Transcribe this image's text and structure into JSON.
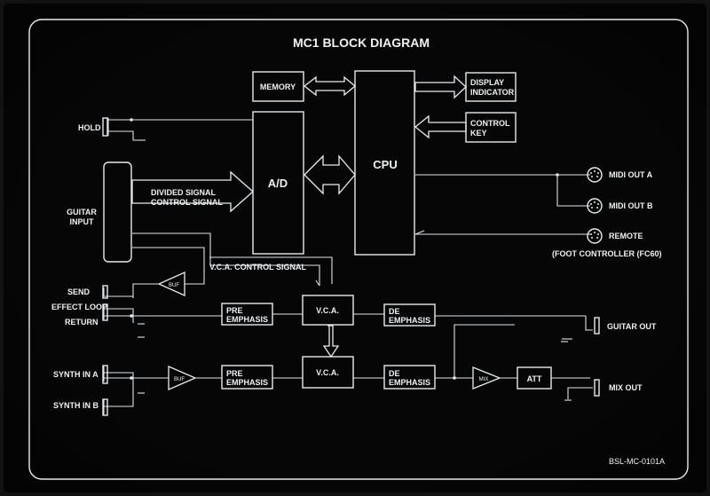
{
  "title": "MC1 BLOCK DIAGRAM",
  "code": "BSL-MC-0101A",
  "blocks": {
    "memory": "MEMORY",
    "cpu": "CPU",
    "ad": "A/D",
    "display": [
      "DISPLAY",
      "INDICATOR"
    ],
    "control": [
      "CONTROL",
      "KEY"
    ],
    "pre1": [
      "PRE",
      "EMPHASIS"
    ],
    "pre2": [
      "PRE",
      "EMPHASIS"
    ],
    "vca1": "V.C.A.",
    "vca2": "V.C.A.",
    "de1": [
      "DE",
      "EMPHASIS"
    ],
    "de2": [
      "DE",
      "EMPHASIS"
    ],
    "att": "ATT",
    "buf1": "BUF",
    "buf2": "BUF",
    "mix": "MIX"
  },
  "labels": {
    "hold": "HOLD",
    "guitar_input": [
      "GUITAR",
      "INPUT"
    ],
    "divided": [
      "DIVIDED SIGNAL",
      "CONTROL SIGNAL"
    ],
    "vca_control": "V.C.A. CONTROL SIGNAL",
    "send": "SEND",
    "effect_loop": "EFFECT LOOP",
    "return": "RETURN",
    "synth_a": "SYNTH IN A",
    "synth_b": "SYNTH IN B",
    "midi_a": "MIDI OUT A",
    "midi_b": "MIDI OUT B",
    "remote": "REMOTE",
    "foot": "(FOOT CONTROLLER (FC60)",
    "guitar_out": "GUITAR OUT",
    "mix_out": "MIX OUT"
  },
  "colors": {
    "panel": "#060606",
    "line": "#e6ecef",
    "background": "#121212"
  }
}
